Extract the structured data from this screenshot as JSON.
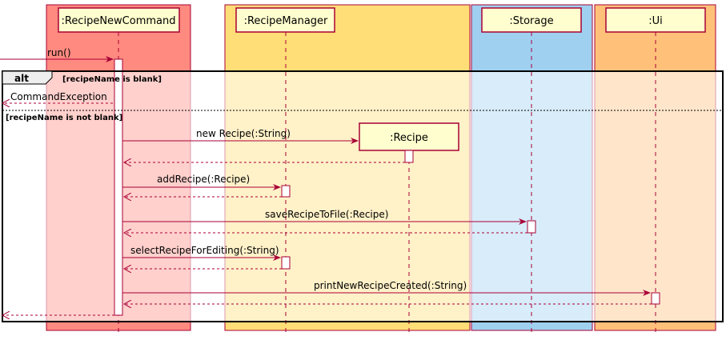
{
  "participants": [
    {
      "name": ":RecipeNewCommand",
      "box_color": "#ff8a80"
    },
    {
      "name": ":RecipeManager",
      "box_color": "#ffdd77"
    },
    {
      "name": ":Storage",
      "box_color": "#9fd0f0"
    },
    {
      "name": ":Ui",
      "box_color": "#ffc07a"
    }
  ],
  "created_participant": ":Recipe",
  "messages": {
    "run": "run()",
    "command_exception": "CommandException",
    "new_recipe": "new Recipe(:String)",
    "add_recipe": "addRecipe(:Recipe)",
    "save_recipe": "saveRecipeToFile(:Recipe)",
    "select_recipe": "selectRecipeForEditing(:String)",
    "print_new_recipe": "printNewRecipeCreated(:String)"
  },
  "alt_fragment": {
    "keyword": "alt",
    "guard_1": "[recipeName is blank]",
    "guard_2": "[recipeName is not blank]"
  },
  "colors": {
    "message_arrow": "#a80036",
    "participant_fill": "#fefece",
    "participant_border": "#a80036"
  }
}
